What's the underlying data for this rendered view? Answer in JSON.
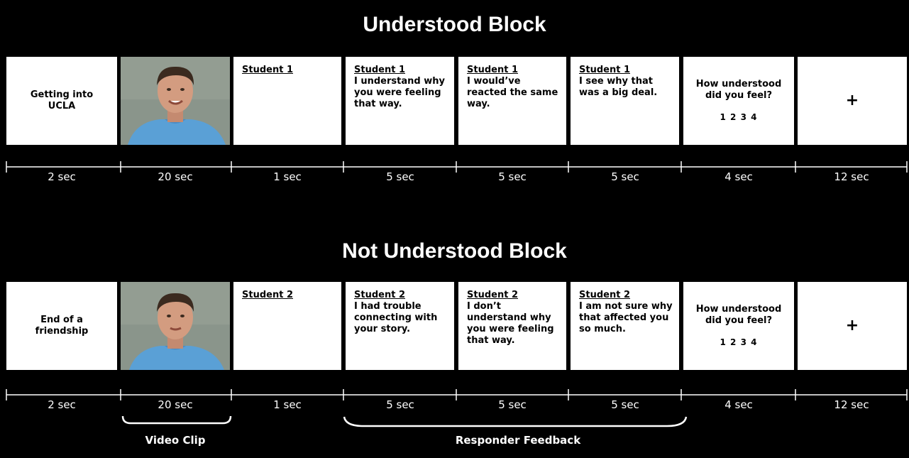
{
  "blocks": [
    {
      "title": "Understood Block",
      "topic": "Getting into UCLA",
      "student": "Student 1",
      "feedback": [
        "I understand why you were feeling that way.",
        "I would’ve reacted the same way.",
        "I see why that was a big deal."
      ],
      "question": "How understood did you feel?",
      "scale": "1 2 3 4",
      "fixation": "+"
    },
    {
      "title": "Not Understood Block",
      "topic": "End of a friendship",
      "student": "Student 2",
      "feedback": [
        "I had trouble connecting with your story.",
        "I don’t understand why you were feeling that way.",
        "I am not sure why that affected you so much."
      ],
      "question": "How understood did you feel?",
      "scale": "1 2 3 4",
      "fixation": "+"
    }
  ],
  "durations": [
    "2 sec",
    "20 sec",
    "1 sec",
    "5 sec",
    "5 sec",
    "5 sec",
    "4 sec",
    "12 sec"
  ],
  "brackets": {
    "video_clip": "Video Clip",
    "responder_feedback": "Responder Feedback"
  }
}
